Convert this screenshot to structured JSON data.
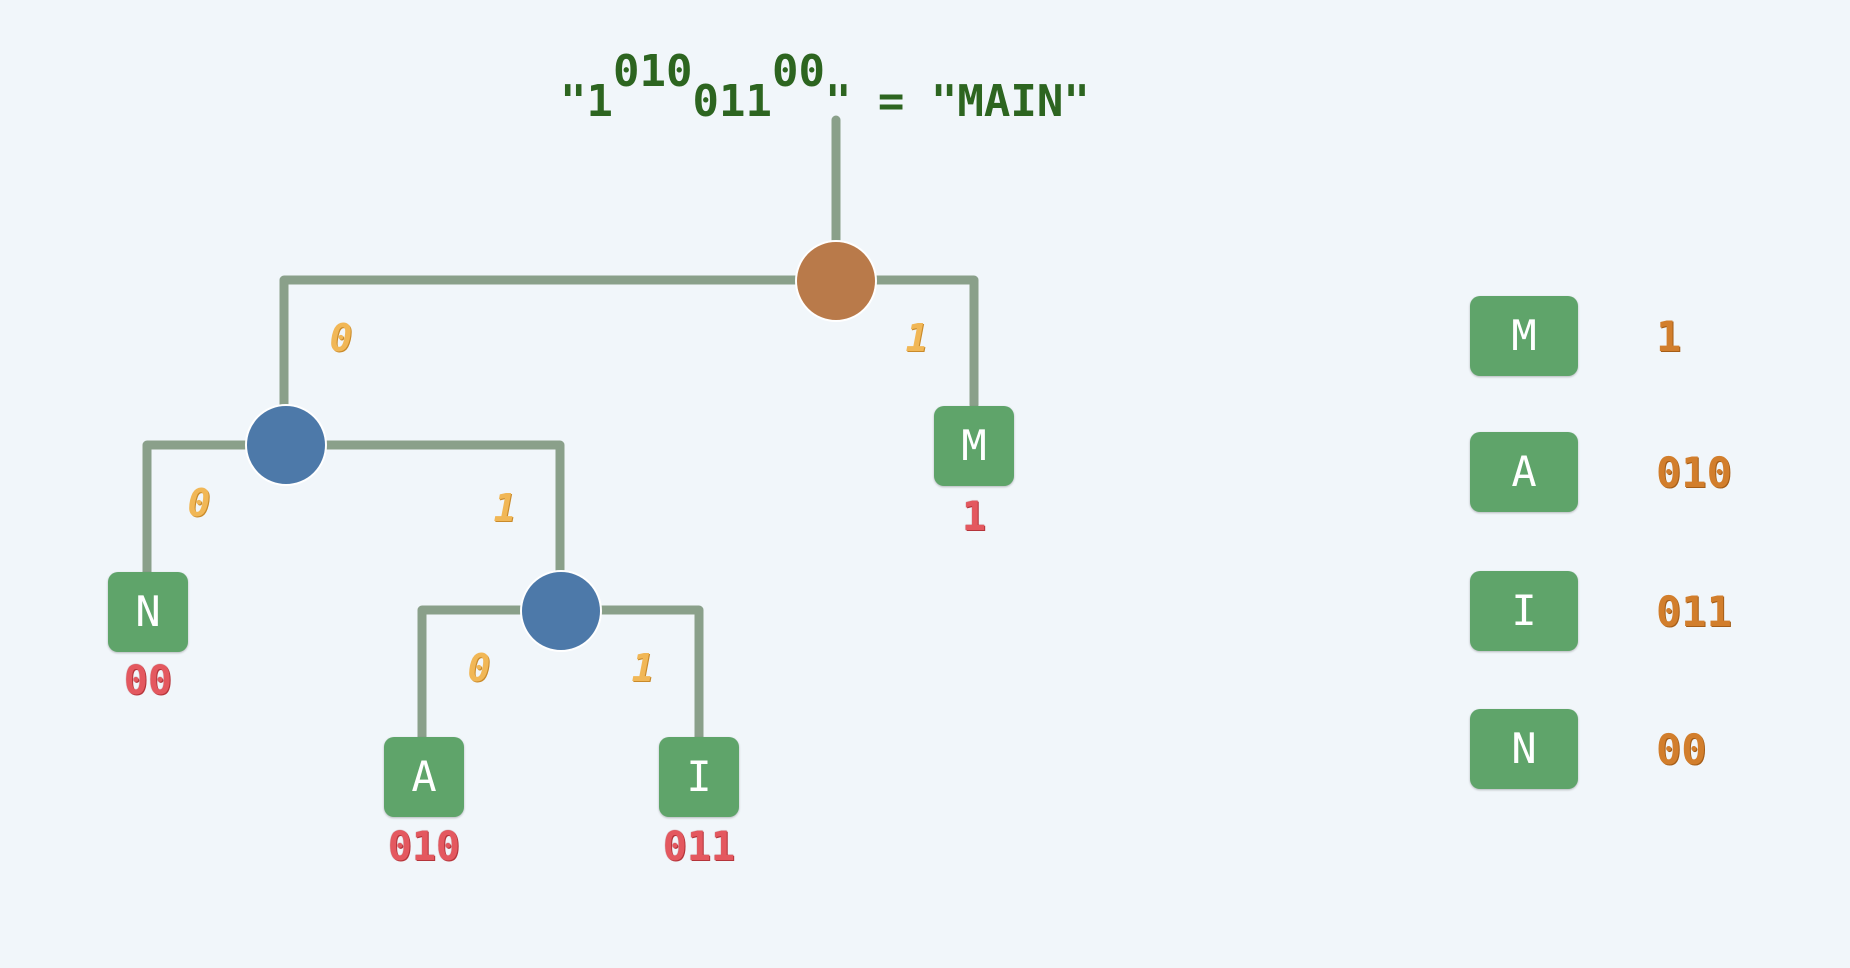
{
  "title": {
    "open_quote": "\"",
    "seg1": "1",
    "seg2": "010",
    "seg3": "011",
    "seg4": "00",
    "rest": "\" = \"MAIN\""
  },
  "colors": {
    "branch": "#8aa08a",
    "root_node": "#b97a4a",
    "inner_node": "#4d79a9",
    "leaf_box": "#5fa46a",
    "code_red": "#e4585f",
    "edge_label": "#f1b756",
    "legend_code": "#d27e2c",
    "title": "#2d6520"
  },
  "tree": {
    "edge_labels": {
      "root_left": "0",
      "root_right": "1",
      "n1_left": "0",
      "n1_right": "1",
      "n2_left": "0",
      "n2_right": "1"
    },
    "leaves": {
      "m": {
        "letter": "M",
        "code": "1"
      },
      "n": {
        "letter": "N",
        "code": "00"
      },
      "a": {
        "letter": "A",
        "code": "010"
      },
      "i": {
        "letter": "I",
        "code": "011"
      }
    }
  },
  "legend": [
    {
      "letter": "M",
      "code": "1"
    },
    {
      "letter": "A",
      "code": "010"
    },
    {
      "letter": "I",
      "code": "011"
    },
    {
      "letter": "N",
      "code": "00"
    }
  ]
}
